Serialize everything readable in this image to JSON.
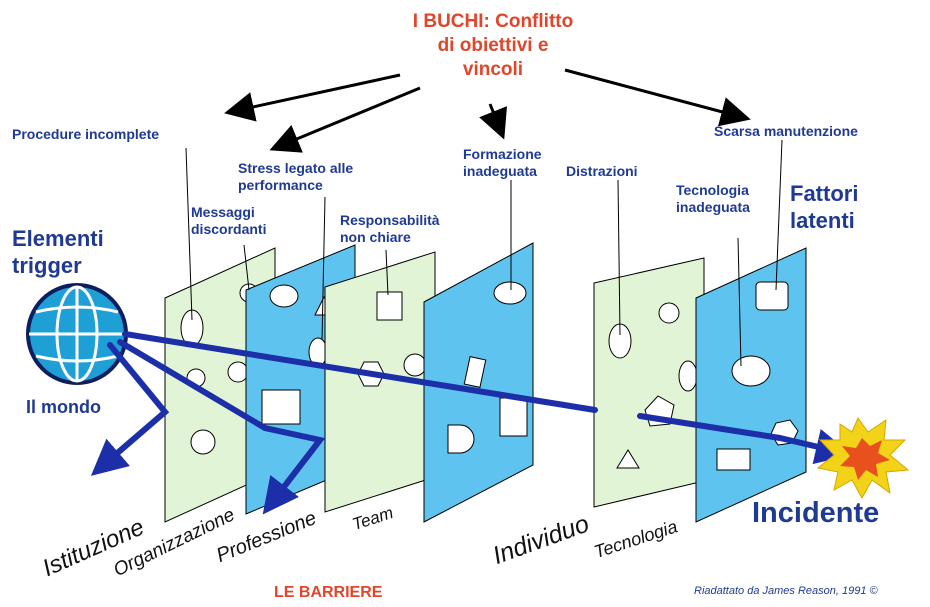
{
  "title": "I BUCHI: Conflitto\ndi obiettivi e\nvincoli",
  "barriers_caption": "LE BARRIERE",
  "credit": "Riadattato da  James Reason, 1991 ©",
  "trigger": {
    "label": "Elementi\ntrigger",
    "world": "Il mondo"
  },
  "latent": "Fattori\nlatenti",
  "incident": "Incidente",
  "holes": {
    "procedure": "Procedure incomplete",
    "stress": "Stress legato alle\nperformance",
    "messaggi": "Messaggi\ndiscordanti",
    "responsabilita": "Responsabilità\nnon chiare",
    "formazione": "Formazione\ninadeguata",
    "distrazioni": "Distrazioni",
    "manutenzione": "Scarsa manutenzione",
    "tecnologia": "Tecnologia\ninadeguata"
  },
  "layers": [
    "Istituzione",
    "Organizzazione",
    "Professione",
    "Team",
    "Individuo",
    "Tecnologia"
  ],
  "colors": {
    "green": "#e1f5d6",
    "blue": "#5ec3ee",
    "arrow": "#1c2fa8",
    "label": "#1f3a93",
    "accent": "#e0462a"
  }
}
